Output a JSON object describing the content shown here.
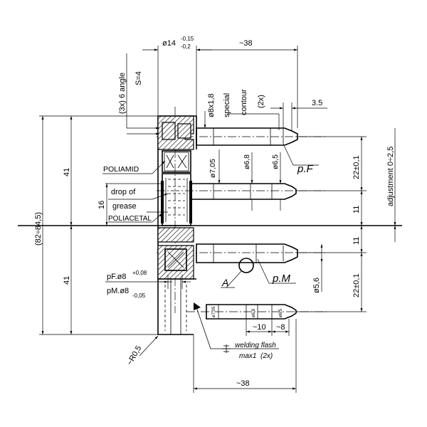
{
  "labels": {
    "dia14": "ø14",
    "dia14_tol_upper": "-0,15",
    "dia14_tol_lower": "-0,2",
    "len38_top": "~38",
    "angle_count": "(3x) 6 angle",
    "s4": "S=4",
    "dia8x18": "ø8x1,8",
    "special": "special",
    "contour": "contour",
    "contour_count": "(2x)",
    "d35": "3.5",
    "polyamid": "POLIAMID",
    "dia705": "ø7,05",
    "dia68": "ø6,8",
    "dia65": "ø6,5",
    "pF": "p.F",
    "drop_of": "drop of",
    "grease": "grease",
    "poliacetal": "POLIACETAL",
    "d16": "16",
    "d41_top": "41",
    "d41_bottom": "41",
    "total_height": "(82÷84,5)",
    "d22_top": "22±0,1",
    "d11_top": "11",
    "d11_bottom": "11",
    "d22_bottom": "22±0,1",
    "adjustment": "adjustment 0÷2,5",
    "pF8": "pF.ø8",
    "pF8_tol": "+0,08",
    "pM8": "pM.ø8",
    "pM8_tol": "-0,05",
    "A": "A",
    "pM": "p.M",
    "dia56": "ø5,6",
    "small_705": "ø7,05",
    "small_68": "ø6,8",
    "small_65": "ø6,5",
    "len10": "~10",
    "len8": "~8",
    "r05": "~R0,5",
    "welding_flash": "welding flash",
    "max1": "max1",
    "max1_count": "(2x)",
    "len38_bottom": "~38"
  }
}
